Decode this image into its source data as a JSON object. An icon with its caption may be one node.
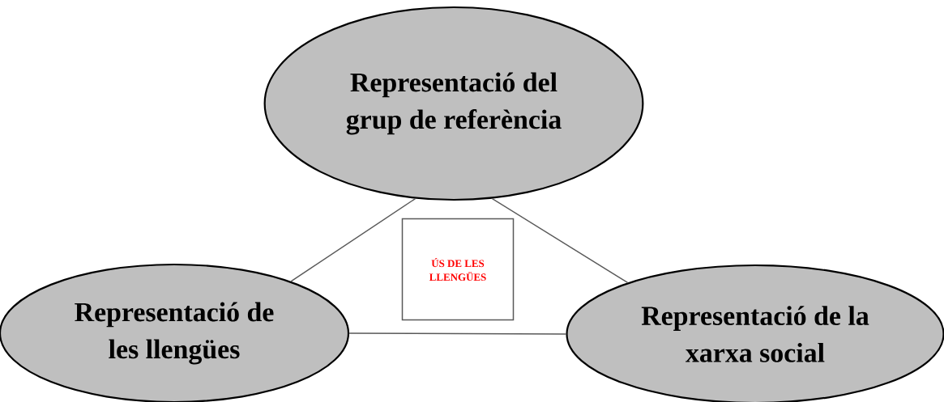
{
  "diagram": {
    "nodes": [
      {
        "text": [
          "Representació del grup de referència"
        ]
      },
      {
        "text": [
          "Representació de les llengües"
        ]
      },
      {
        "text": [
          "Representació de la xarxa social"
        ]
      },
      {
        "text": [
          "ÚS DE LES LLENGÜES"
        ]
      }
    ],
    "edges": [
      {
        "from": 0,
        "to": 1,
        "arrow": "none"
      },
      {
        "from": 0,
        "to": 2,
        "arrow": "none"
      },
      {
        "from": 1,
        "to": 2,
        "arrow": "none"
      }
    ]
  }
}
